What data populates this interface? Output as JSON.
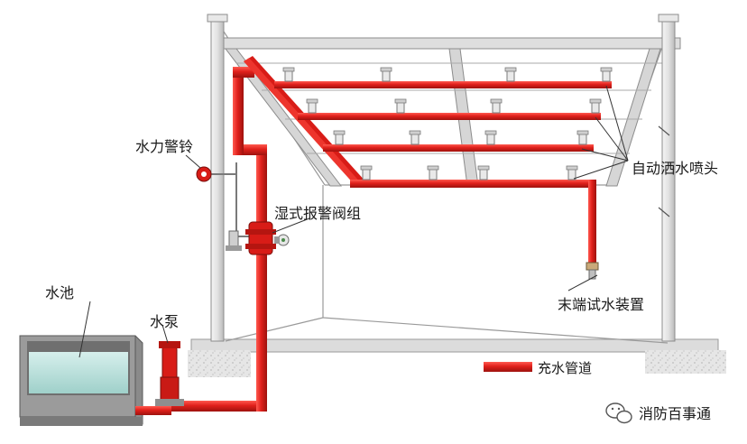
{
  "labels": {
    "water_bell": "水力警铃",
    "wet_alarm_valve": "湿式报警阀组",
    "sprinkler_heads": "自动洒水喷头",
    "test_device": "末端试水装置",
    "pool": "水池",
    "pump": "水泵",
    "legend_pipe": "充水管道"
  },
  "watermark": {
    "text": "消防百事通",
    "icon": "wechat-icon"
  },
  "colors": {
    "pipe": "#e0201b",
    "pipe_dark": "#a8140f",
    "frame": "#d9d9d9",
    "frame_edge": "#8c8c8c",
    "water": "#bfe3df"
  }
}
